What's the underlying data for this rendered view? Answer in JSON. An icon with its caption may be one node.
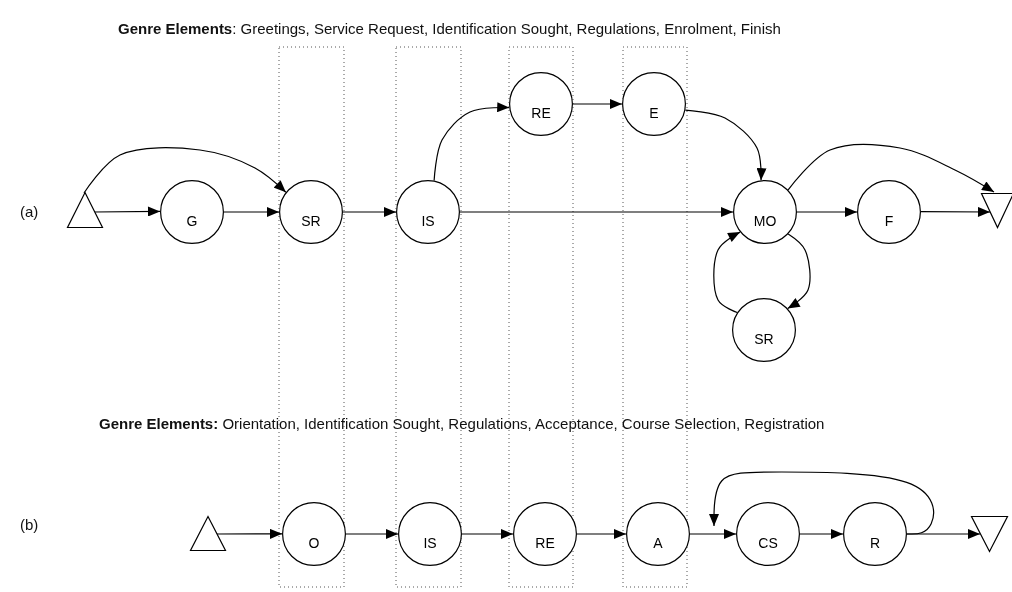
{
  "diagram": {
    "nodes": [
      {
        "text": [],
        "shape": "triangle"
      },
      {
        "text": [
          "G"
        ]
      },
      {
        "text": [
          "SR"
        ]
      },
      {
        "text": [
          "IS"
        ]
      },
      {
        "text": [
          "RE"
        ]
      },
      {
        "text": [
          "E"
        ]
      },
      {
        "text": [
          "MO"
        ]
      },
      {
        "text": [
          "F"
        ]
      },
      {
        "text": [],
        "shape": "triangle"
      },
      {
        "text": [
          "SR"
        ]
      },
      {
        "text": [],
        "shape": "triangle"
      },
      {
        "text": [
          "O"
        ]
      },
      {
        "text": [
          "IS"
        ]
      },
      {
        "text": [
          "RE"
        ]
      },
      {
        "text": [
          "A"
        ]
      },
      {
        "text": [
          "CS"
        ]
      },
      {
        "text": [
          "R"
        ]
      },
      {
        "text": [],
        "shape": "triangle"
      }
    ],
    "edges": [
      {
        "from": 0,
        "to": 1,
        "arrow": "to"
      },
      {
        "from": 0,
        "to": 2,
        "arrow": "to"
      },
      {
        "from": 1,
        "to": 2,
        "arrow": "to"
      },
      {
        "from": 2,
        "to": 3,
        "arrow": "to"
      },
      {
        "from": 3,
        "to": 4,
        "arrow": "to"
      },
      {
        "from": 4,
        "to": 5,
        "arrow": "to"
      },
      {
        "from": 5,
        "to": 6,
        "arrow": "to"
      },
      {
        "from": 3,
        "to": 6,
        "arrow": "to"
      },
      {
        "from": 6,
        "to": 7,
        "arrow": "to"
      },
      {
        "from": 7,
        "to": 8,
        "arrow": "to"
      },
      {
        "from": 6,
        "to": 8,
        "arrow": "to"
      },
      {
        "from": 6,
        "to": 9,
        "arrow": "to"
      },
      {
        "from": 9,
        "to": 6,
        "arrow": "to"
      },
      {
        "from": 10,
        "to": 11,
        "arrow": "to"
      },
      {
        "from": 11,
        "to": 12,
        "arrow": "to"
      },
      {
        "from": 12,
        "to": 13,
        "arrow": "to"
      },
      {
        "from": 13,
        "to": 14,
        "arrow": "to"
      },
      {
        "from": 14,
        "to": 15,
        "arrow": "to"
      },
      {
        "from": 15,
        "to": 16,
        "arrow": "to"
      },
      {
        "from": 16,
        "to": 17,
        "arrow": "to"
      },
      {
        "from": 16,
        "to": 15,
        "arrow": "to"
      }
    ],
    "labels": [
      "**Genre Elements**: Greetings, Service Request, Identification Sought, Regulations, Enrolment, Finish",
      "(a)",
      "**Genre Elements:** Orientation, Identification Sought, Regulations, Acceptance, Course Selection, Registration",
      "(b)"
    ]
  }
}
